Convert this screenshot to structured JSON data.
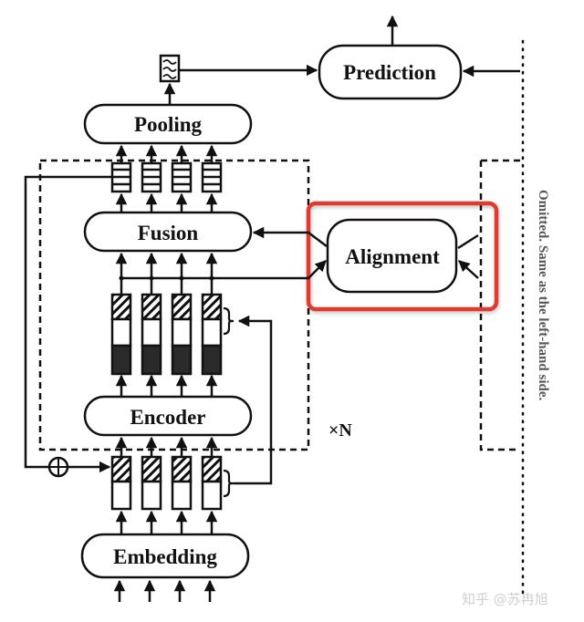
{
  "diagram": {
    "nodes": {
      "prediction": "Prediction",
      "pooling": "Pooling",
      "fusion": "Fusion",
      "alignment": "Alignment",
      "encoder": "Encoder",
      "embedding": "Embedding"
    },
    "repeat_label": "×N",
    "side_note": "Omitted. Same as the left-hand side.",
    "highlight_color": "#e03a2f",
    "token_count": 4,
    "edges": [
      [
        "inputs",
        "embedding"
      ],
      [
        "embedding",
        "input-vectors"
      ],
      [
        "input-vectors",
        "encoder"
      ],
      [
        "encoder",
        "encoded-vectors"
      ],
      [
        "input-vectors",
        "encoded-vectors"
      ],
      [
        "encoded-vectors",
        "fusion"
      ],
      [
        "encoded-vectors",
        "alignment"
      ],
      [
        "alignment",
        "fusion"
      ],
      [
        "fusion",
        "fused-vectors"
      ],
      [
        "fused-vectors",
        "input-vectors"
      ],
      [
        "fused-vectors",
        "pooling"
      ],
      [
        "pooling",
        "pooled-vector"
      ],
      [
        "pooled-vector",
        "prediction"
      ],
      [
        "right-branch",
        "prediction"
      ],
      [
        "prediction",
        "output"
      ]
    ]
  },
  "watermark": "知乎 @苏冉旭"
}
